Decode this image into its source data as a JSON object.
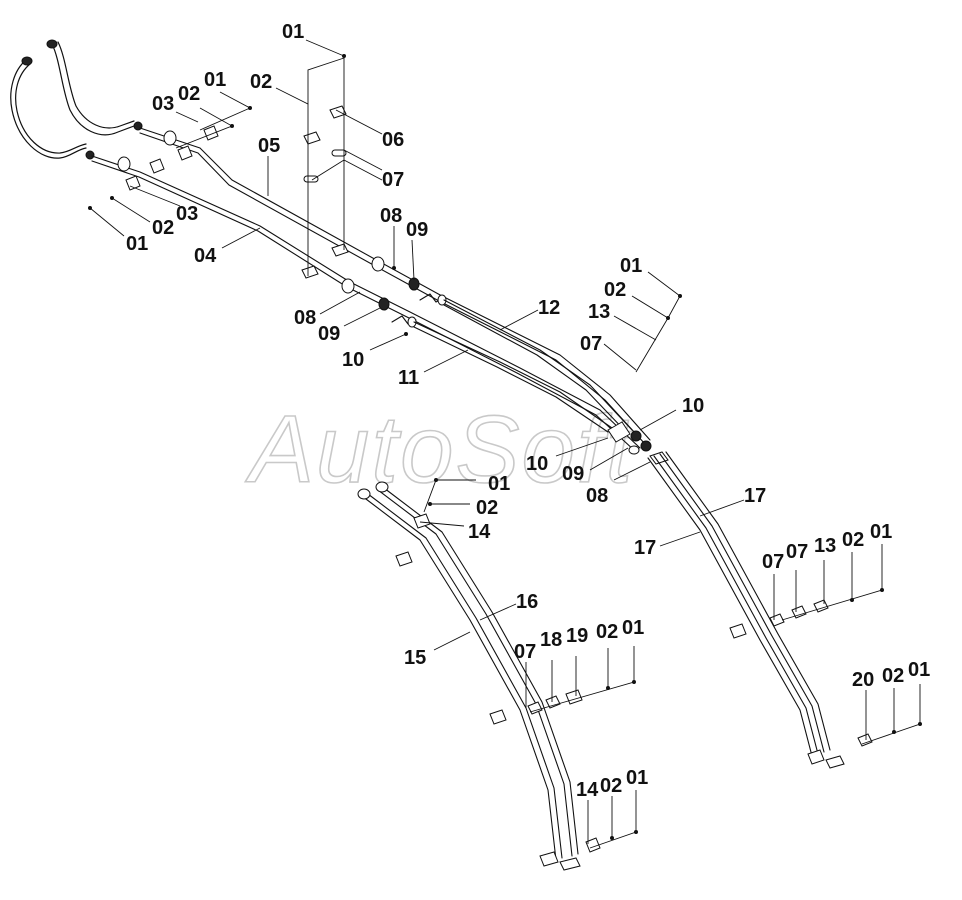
{
  "watermark": "AutoSoft",
  "labels": [
    {
      "id": "l-01-a",
      "text": "01"
    },
    {
      "id": "l-02-a",
      "text": "02"
    },
    {
      "id": "l-06-a",
      "text": "06"
    },
    {
      "id": "l-07-a",
      "text": "07"
    },
    {
      "id": "l-01-b",
      "text": "01"
    },
    {
      "id": "l-02-b",
      "text": "02"
    },
    {
      "id": "l-03-b",
      "text": "03"
    },
    {
      "id": "l-05",
      "text": "05"
    },
    {
      "id": "l-03-c",
      "text": "03"
    },
    {
      "id": "l-02-c",
      "text": "02"
    },
    {
      "id": "l-01-c",
      "text": "01"
    },
    {
      "id": "l-04",
      "text": "04"
    },
    {
      "id": "l-08-a",
      "text": "08"
    },
    {
      "id": "l-09-a",
      "text": "09"
    },
    {
      "id": "l-08-b",
      "text": "08"
    },
    {
      "id": "l-09-b",
      "text": "09"
    },
    {
      "id": "l-10-a",
      "text": "10"
    },
    {
      "id": "l-11",
      "text": "11"
    },
    {
      "id": "l-12",
      "text": "12"
    },
    {
      "id": "l-01-d",
      "text": "01"
    },
    {
      "id": "l-02-d",
      "text": "02"
    },
    {
      "id": "l-13-a",
      "text": "13"
    },
    {
      "id": "l-07-b",
      "text": "07"
    },
    {
      "id": "l-10-b",
      "text": "10"
    },
    {
      "id": "l-10-c",
      "text": "10"
    },
    {
      "id": "l-09-c",
      "text": "09"
    },
    {
      "id": "l-08-c",
      "text": "08"
    },
    {
      "id": "l-01-e",
      "text": "01"
    },
    {
      "id": "l-02-e",
      "text": "02"
    },
    {
      "id": "l-14-a",
      "text": "14"
    },
    {
      "id": "l-17-a",
      "text": "17"
    },
    {
      "id": "l-17-b",
      "text": "17"
    },
    {
      "id": "l-07-c",
      "text": "07"
    },
    {
      "id": "l-07-d",
      "text": "07"
    },
    {
      "id": "l-13-b",
      "text": "13"
    },
    {
      "id": "l-02-f",
      "text": "02"
    },
    {
      "id": "l-01-f",
      "text": "01"
    },
    {
      "id": "l-16",
      "text": "16"
    },
    {
      "id": "l-15",
      "text": "15"
    },
    {
      "id": "l-07-e",
      "text": "07"
    },
    {
      "id": "l-18",
      "text": "18"
    },
    {
      "id": "l-19",
      "text": "19"
    },
    {
      "id": "l-02-g",
      "text": "02"
    },
    {
      "id": "l-01-g",
      "text": "01"
    },
    {
      "id": "l-20",
      "text": "20"
    },
    {
      "id": "l-02-h",
      "text": "02"
    },
    {
      "id": "l-01-h",
      "text": "01"
    },
    {
      "id": "l-14-b",
      "text": "14"
    },
    {
      "id": "l-02-i",
      "text": "02"
    },
    {
      "id": "l-01-i",
      "text": "01"
    }
  ]
}
